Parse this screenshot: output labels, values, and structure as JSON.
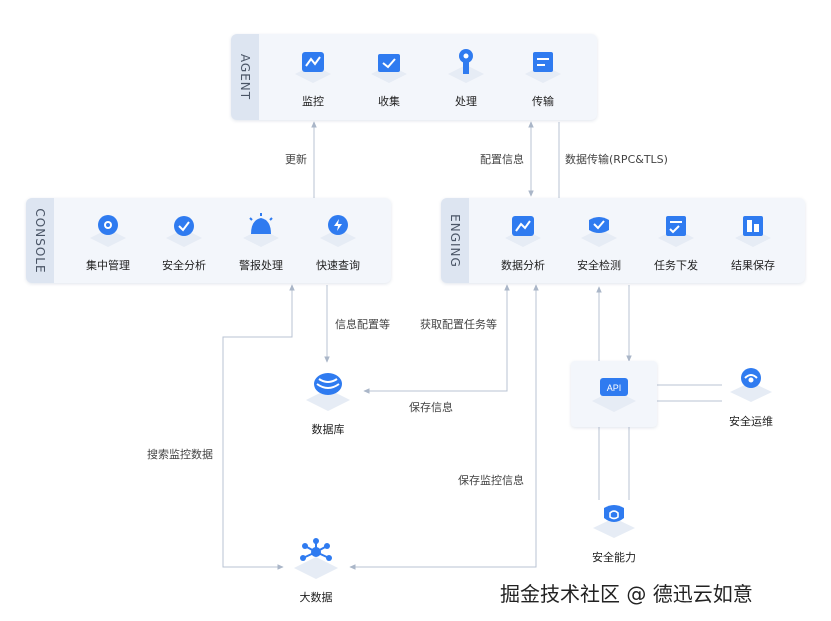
{
  "agent": {
    "tag": "AGENT",
    "items": [
      {
        "label": "监控",
        "icon": "monitor-icon"
      },
      {
        "label": "收集",
        "icon": "collect-icon"
      },
      {
        "label": "处理",
        "icon": "process-icon"
      },
      {
        "label": "传输",
        "icon": "transfer-icon"
      }
    ]
  },
  "console": {
    "tag": "CONSOLE",
    "items": [
      {
        "label": "集中管理",
        "icon": "central-management-icon"
      },
      {
        "label": "安全分析",
        "icon": "security-analysis-icon"
      },
      {
        "label": "警报处理",
        "icon": "alert-handling-icon"
      },
      {
        "label": "快速查询",
        "icon": "quick-query-icon"
      }
    ]
  },
  "engine": {
    "tag": "ENGING",
    "items": [
      {
        "label": "数据分析",
        "icon": "data-analysis-icon"
      },
      {
        "label": "安全检测",
        "icon": "security-detection-icon"
      },
      {
        "label": "任务下发",
        "icon": "task-dispatch-icon"
      },
      {
        "label": "结果保存",
        "icon": "result-save-icon"
      }
    ]
  },
  "nodes": {
    "database": "数据库",
    "bigdata": "大数据",
    "ops": "安全运维",
    "capability": "安全能力",
    "api": "API"
  },
  "edges": {
    "update": "更新",
    "config_info": "配置信息",
    "data_transfer": "数据传输(RPC&TLS)",
    "info_config": "信息配置等",
    "fetch_config": "获取配置任务等",
    "save_info": "保存信息",
    "search_data": "搜索监控数据",
    "save_monitor": "保存监控信息"
  },
  "colors": {
    "icon_blue": "#2f7bf0",
    "icon_base": "#e6ecf5",
    "line": "#b9c3d3",
    "panel": "#f3f6fb"
  },
  "watermark": "掘金技术社区 @ 德迅云如意"
}
